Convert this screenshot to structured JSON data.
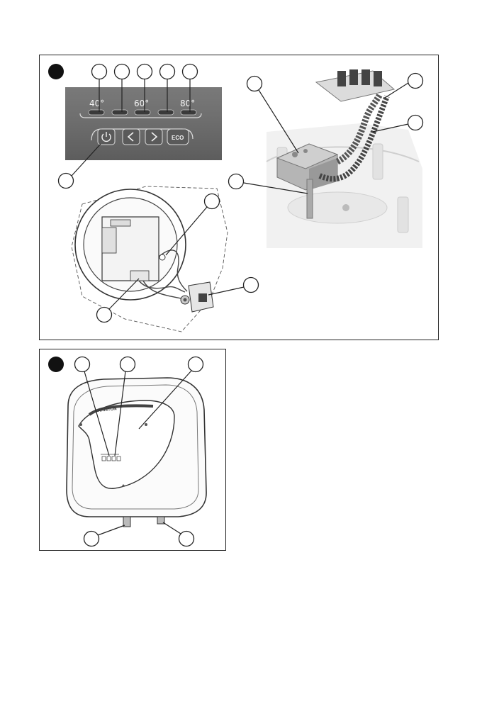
{
  "control_panel": {
    "temp_low": "40°",
    "temp_mid": "60°",
    "temp_high": "80°",
    "eco_label": "ECO",
    "power_icon": "power-icon",
    "left_icon": "chevron-left-icon",
    "right_icon": "chevron-right-icon"
  },
  "heater": {
    "brand": "ARISTON"
  }
}
